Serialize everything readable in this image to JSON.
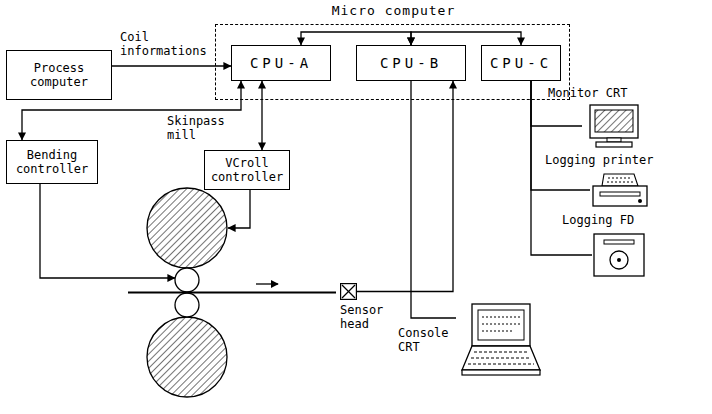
{
  "diagram": {
    "nodes": [
      {
        "text": [
          "Micro computer"
        ]
      },
      {
        "text": [
          "CPU-A"
        ],
        "in": 0
      },
      {
        "text": [
          "CPU-B"
        ],
        "in": 0
      },
      {
        "text": [
          "CPU-C"
        ],
        "in": 0
      },
      {
        "text": [
          "Process computer"
        ]
      },
      {
        "text": [
          "Bending controller"
        ]
      },
      {
        "text": [
          "VCroll controller"
        ]
      },
      {
        "text": [
          "Skinpass mill"
        ]
      },
      {
        "text": [
          "Sensor head"
        ]
      },
      {
        "text": [
          "Console CRT"
        ]
      },
      {
        "text": [
          "Monitor CRT"
        ]
      },
      {
        "text": [
          "Logging printer"
        ]
      },
      {
        "text": [
          "Logging FD"
        ]
      }
    ],
    "edges": [
      {
        "from": 4,
        "to": 1,
        "arrow": "to",
        "label": "Coil informations"
      },
      {
        "from": 1,
        "to": 2,
        "arrow": "both"
      },
      {
        "from": 2,
        "to": 3,
        "arrow": "both"
      },
      {
        "from": 1,
        "to": 5,
        "arrow": "both"
      },
      {
        "from": 1,
        "to": 6,
        "arrow": "both"
      },
      {
        "from": 5,
        "to": 7,
        "arrow": "to"
      },
      {
        "from": 6,
        "to": 7,
        "arrow": "to"
      },
      {
        "from": 8,
        "to": 2,
        "arrow": "to"
      },
      {
        "from": 2,
        "to": 9,
        "arrow": "none"
      },
      {
        "from": 3,
        "to": 10,
        "arrow": "none"
      },
      {
        "from": 3,
        "to": 11,
        "arrow": "none"
      },
      {
        "from": 3,
        "to": 12,
        "arrow": "none"
      }
    ]
  }
}
